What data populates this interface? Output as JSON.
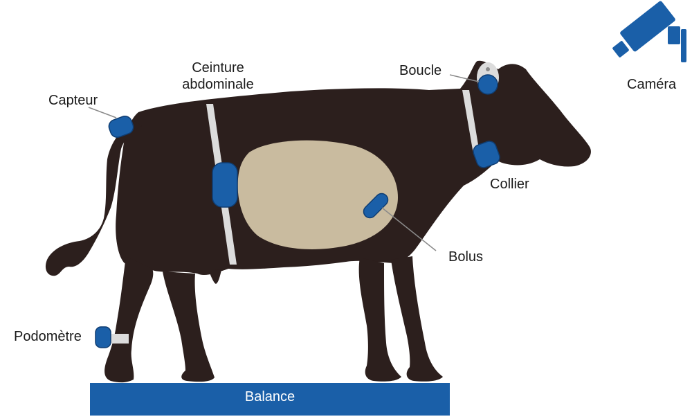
{
  "labels": {
    "capteur": "Capteur",
    "ceinture_line1": "Ceinture",
    "ceinture_line2": "abdominale",
    "boucle": "Boucle",
    "collier": "Collier",
    "bolus": "Bolus",
    "podometre": "Podomètre",
    "camera": "Caméra",
    "balance": "Balance"
  },
  "icons": {
    "camera": "security-camera-icon"
  },
  "colors": {
    "cow": "#2c1f1d",
    "sensor_blue": "#1a5fa8",
    "strap_gray": "#dcdcdc",
    "rumen_tan": "#c9bb9f",
    "balance_blue": "#1a5fa8",
    "leader_gray": "#8a8a8a"
  }
}
